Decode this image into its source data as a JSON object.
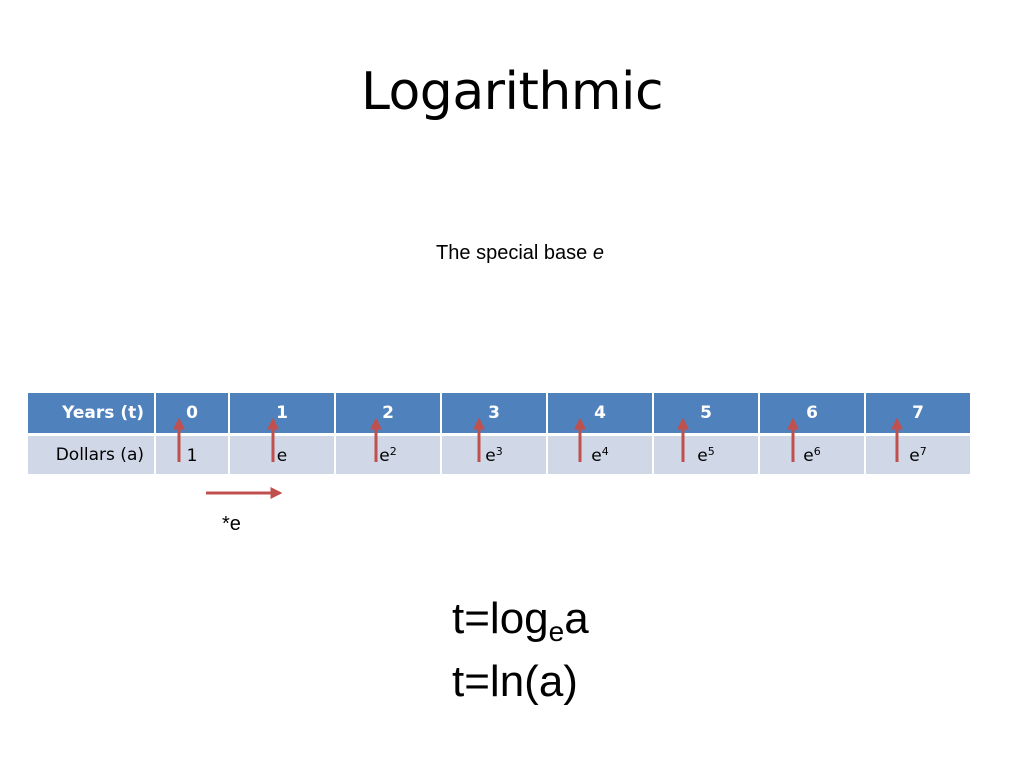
{
  "slide": {
    "title": "Logarithmic",
    "subtitle_text": "The special base ",
    "subtitle_var": "e"
  },
  "table": {
    "header_label": "Years (t)",
    "row_label": "Dollars (a)",
    "years": [
      "0",
      "1",
      "2",
      "3",
      "4",
      "5",
      "6",
      "7"
    ],
    "dollars": [
      {
        "base": "1",
        "exp": ""
      },
      {
        "base": "e",
        "exp": ""
      },
      {
        "base": "e",
        "exp": "2"
      },
      {
        "base": "e",
        "exp": "3"
      },
      {
        "base": "e",
        "exp": "4"
      },
      {
        "base": "e",
        "exp": "5"
      },
      {
        "base": "e",
        "exp": "6"
      },
      {
        "base": "e",
        "exp": "7"
      }
    ],
    "header_color": "#4f81bd",
    "row_color": "#d0d8e8"
  },
  "annotation": {
    "multiplier_label": "*e",
    "arrow_color": "#c0504d"
  },
  "formulas": {
    "line1_prefix": "t=log",
    "line1_sub": "e",
    "line1_suffix": "a",
    "line2": "t=ln(a)"
  }
}
